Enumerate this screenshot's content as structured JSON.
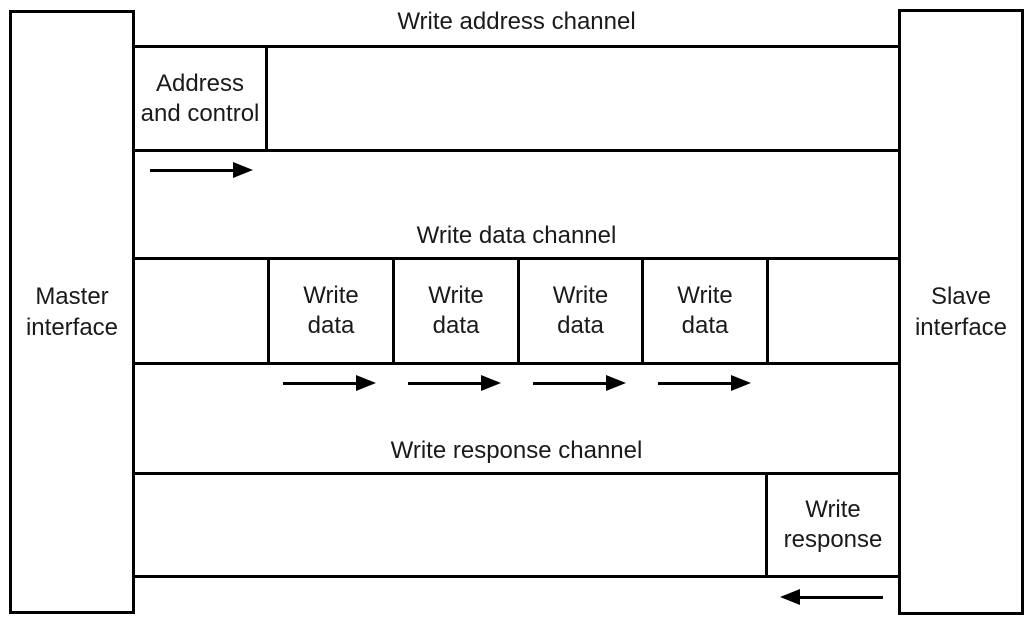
{
  "diagram": {
    "master": {
      "line1": "Master",
      "line2": "interface"
    },
    "slave": {
      "line1": "Slave",
      "line2": "interface"
    },
    "address_channel": {
      "title": "Write address channel",
      "cell": {
        "line1": "Address",
        "line2": "and control"
      },
      "direction": "master-to-slave"
    },
    "data_channel": {
      "title": "Write data channel",
      "cells": [
        {
          "line1": "Write",
          "line2": "data"
        },
        {
          "line1": "Write",
          "line2": "data"
        },
        {
          "line1": "Write",
          "line2": "data"
        },
        {
          "line1": "Write",
          "line2": "data"
        }
      ],
      "direction": "master-to-slave"
    },
    "response_channel": {
      "title": "Write response channel",
      "cell": {
        "line1": "Write",
        "line2": "response"
      },
      "direction": "slave-to-master"
    },
    "colors": {
      "line": "#000000",
      "text": "#1a1a1a",
      "background": "#ffffff"
    }
  }
}
